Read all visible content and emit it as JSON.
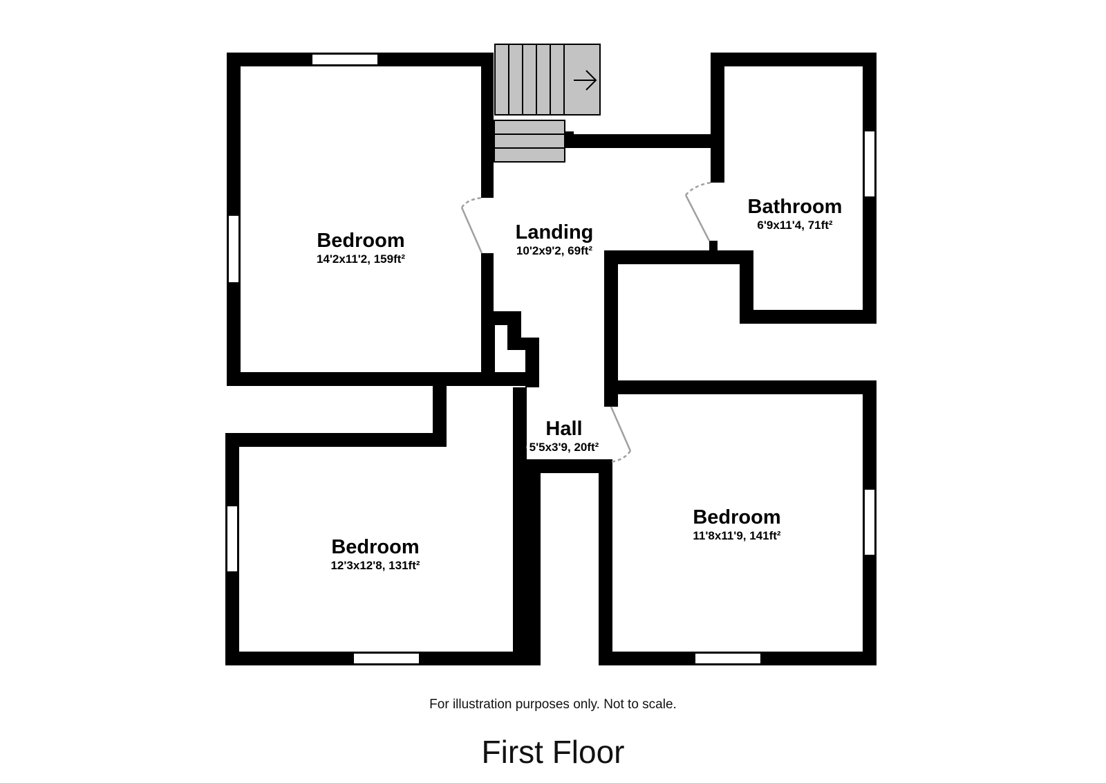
{
  "floor_title": "First Floor",
  "disclaimer": "For illustration purposes only. Not to scale.",
  "colors": {
    "wall": "#000000",
    "stair_fill": "#c3c3c3",
    "door_swing": "#a0a0a0",
    "background": "#ffffff"
  },
  "rooms": [
    {
      "name": "Bedroom",
      "dimensions": "14'2x11'2, 159ft²"
    },
    {
      "name": "Landing",
      "dimensions": "10'2x9'2, 69ft²"
    },
    {
      "name": "Bathroom",
      "dimensions": "6'9x11'4, 71ft²"
    },
    {
      "name": "Hall",
      "dimensions": "5'5x3'9, 20ft²"
    },
    {
      "name": "Bedroom",
      "dimensions": "12'3x12'8, 131ft²"
    },
    {
      "name": "Bedroom",
      "dimensions": "11'8x11'9, 141ft²"
    }
  ],
  "icons": {
    "stair_direction": "→"
  }
}
